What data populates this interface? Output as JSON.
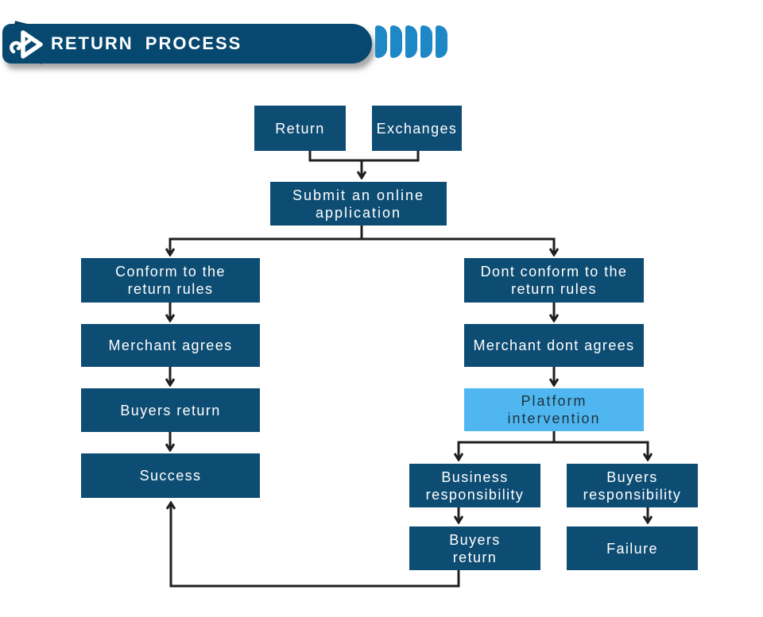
{
  "colors": {
    "navy_banner": "#06486F",
    "badge_navy": "#0A3D5E",
    "blue_ribs": "#1E88C6",
    "navy_box": "#0E4D73",
    "blue_light_box": "#4FB6F0",
    "box_text_light": "#FFFFFF",
    "box_text_dark": "#1C333F",
    "line": "#1F1F1F"
  },
  "header": {
    "title": "RETURN PROCESS",
    "logo_icon": "wrench-play-triangle",
    "decor_rib_count": 5
  },
  "flowchart": {
    "nodes": {
      "return": {
        "label": "Return"
      },
      "exchanges": {
        "label": "Exchanges"
      },
      "submit": {
        "label": "Submit an online\napplication"
      },
      "conform": {
        "label": "Conform to the\nreturn rules"
      },
      "merchant_agrees": {
        "label": "Merchant agrees"
      },
      "buyers_return": {
        "label": "Buyers return"
      },
      "success": {
        "label": "Success"
      },
      "dont_conform": {
        "label": "Dont conform to the\nreturn rules"
      },
      "merchant_dont_agrees": {
        "label": "Merchant dont agrees"
      },
      "platform_intervention": {
        "label": "Platform\nintervention"
      },
      "business_responsibility": {
        "label": "Business\nresponsibility"
      },
      "buyers_responsibility": {
        "label": "Buyers\nresponsibility"
      },
      "buyers_return_2": {
        "label": "Buyers\nreturn"
      },
      "failure": {
        "label": "Failure"
      }
    }
  }
}
